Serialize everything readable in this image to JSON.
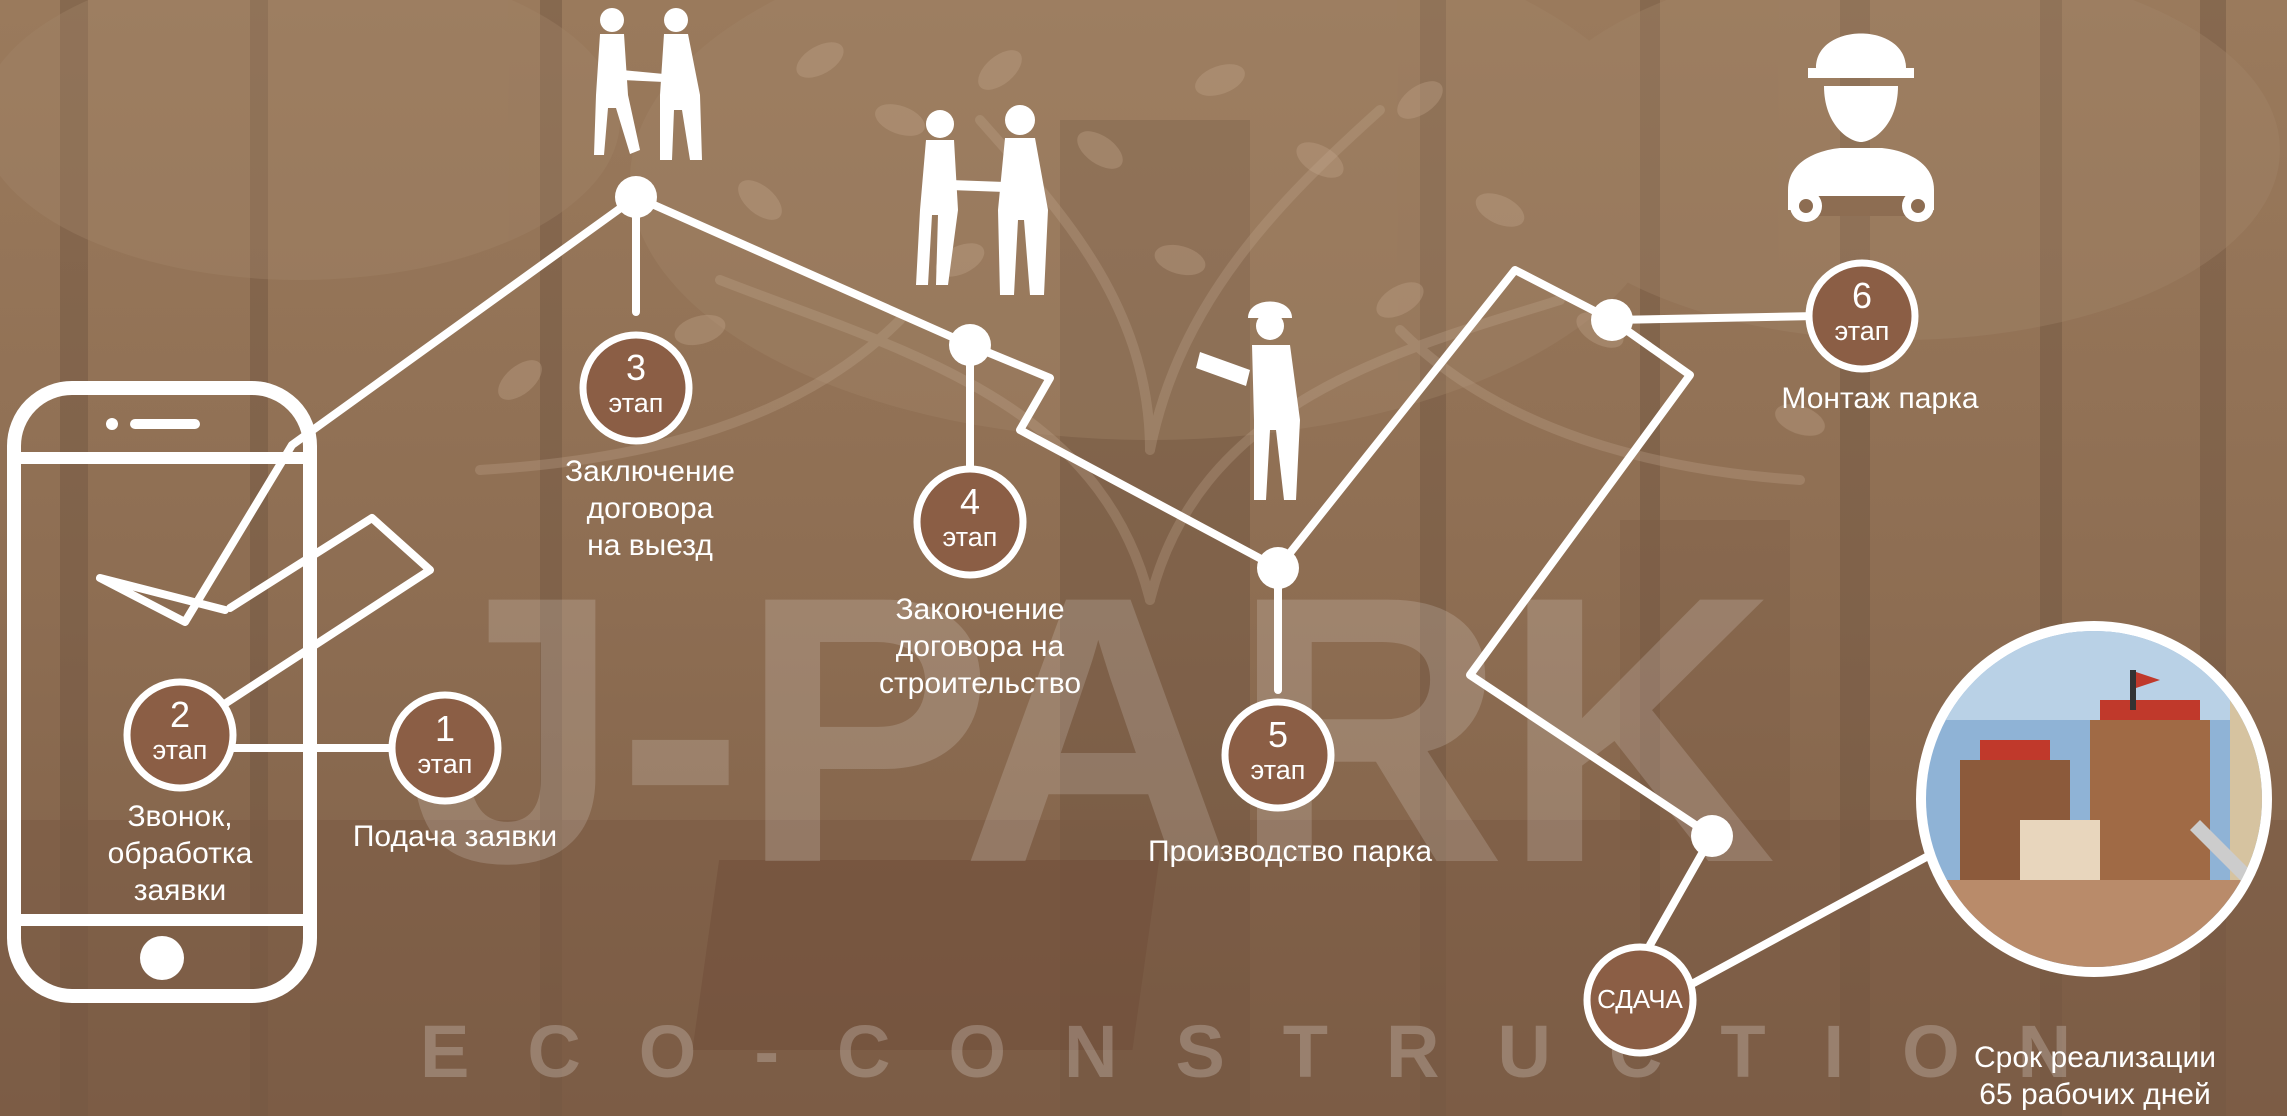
{
  "brand": {
    "name": "J-PARK",
    "tagline": "ECO-CONSTRUCTION"
  },
  "stages": [
    {
      "num": "1",
      "word": "этап",
      "lines": [
        "Подача заявки"
      ]
    },
    {
      "num": "2",
      "word": "этап",
      "lines": [
        "Звонок,",
        "обработка",
        "заявки"
      ]
    },
    {
      "num": "3",
      "word": "этап",
      "lines": [
        "Заключение",
        "договора",
        "на выезд"
      ]
    },
    {
      "num": "4",
      "word": "этап",
      "lines": [
        "Закоючение",
        "договора на",
        "строительство"
      ]
    },
    {
      "num": "5",
      "word": "этап",
      "lines": [
        "Производство парка"
      ]
    },
    {
      "num": "6",
      "word": "этап",
      "lines": [
        "Монтаж парка"
      ]
    }
  ],
  "final": {
    "label": "СДАЧА"
  },
  "deadline": {
    "lines": [
      "Срок реализации",
      "65 рабочих дней"
    ]
  },
  "icons": [
    "smartphone-icon",
    "handshake-icon",
    "handshake-icon",
    "engineer-icon",
    "builder-icon",
    "playground-photo"
  ],
  "colors": {
    "node": "#8b5e45",
    "line": "#ffffff",
    "overlay": "#8a6a50"
  }
}
